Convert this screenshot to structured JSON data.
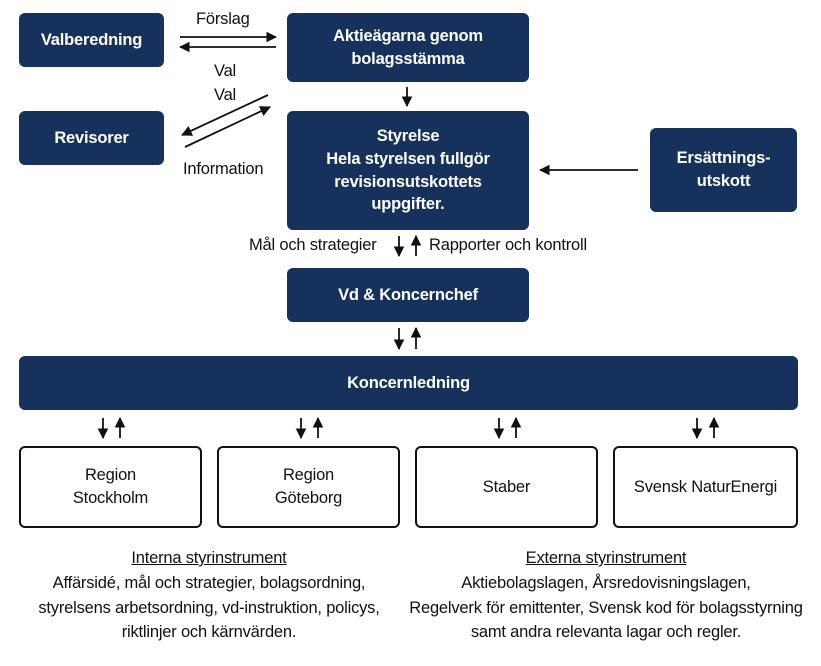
{
  "boxes": {
    "valberedning": "Valberedning",
    "aktieagare": "Aktieägarna genom\nbolagsstämma",
    "revisorer": "Revisorer",
    "styrelse": "Styrelse\nHela styrelsen fullgör\nrevisionsutskottets\nuppgifter.",
    "ersattning": "Ersättnings-\nutskott",
    "vd": "Vd & Koncernchef",
    "koncernledning": "Koncernledning",
    "region_stockholm": "Region\nStockholm",
    "region_goteborg": "Region\nGöteborg",
    "staber": "Staber",
    "naturenergi": "Svensk NaturEnergi"
  },
  "labels": {
    "forslag": "Förslag",
    "val_1": "Val",
    "val_2": "Val",
    "information": "Information",
    "mal": "Mål och strategier",
    "rapporter": "Rapporter och kontroll"
  },
  "footer": {
    "interna_title": "Interna styrinstrument",
    "interna_text": "Affärsidé, mål och strategier, bolagsordning,\nstyrelsens arbetsordning, vd-instruktion, policys,\nriktlinjer och kärnvärden.",
    "externa_title": "Externa styrinstrument",
    "externa_text": "Aktiebolagslagen, Årsredovisningslagen,\nRegelverk för emittenter, Svensk kod för bolagsstyrning\nsamt andra relevanta lagar och regler."
  },
  "colors": {
    "dark_box": "#16325c",
    "line": "#111111"
  }
}
